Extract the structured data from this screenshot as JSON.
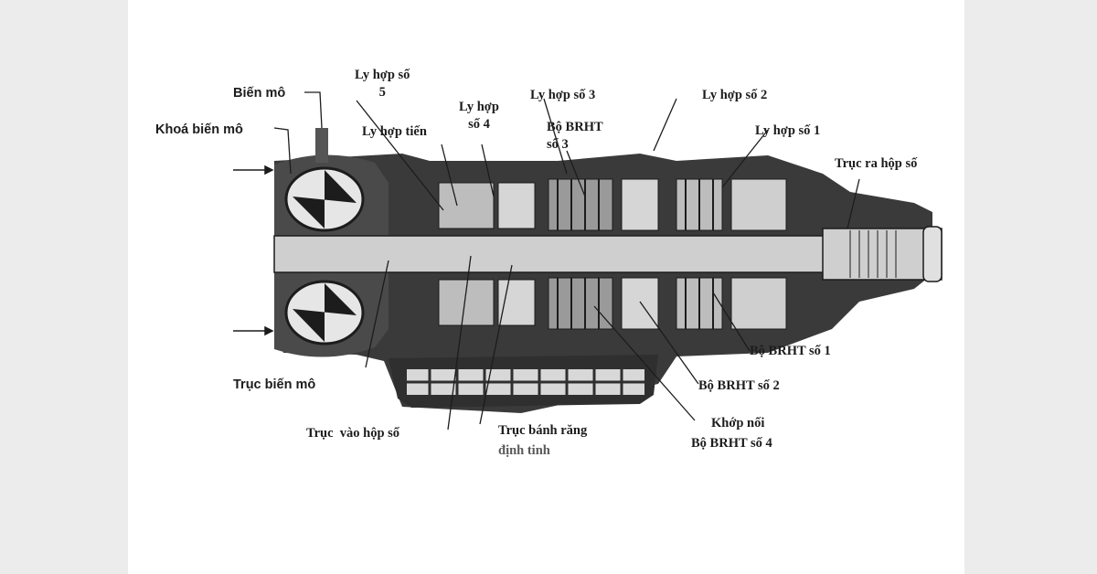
{
  "labels": {
    "bien_mo": "Biến mô",
    "khoa_bien_mo": "Khoá biến mô",
    "ly_hop_so_5": "Ly hợp số\n5",
    "ly_hop_tien": "Ly hợp tiến",
    "ly_hop_so_4": "Ly hợp\nsố 4",
    "ly_hop_so_3": "Ly hợp số 3",
    "bo_brht_so_3": "Bộ BRHT\nsố 3",
    "ly_hop_so_2": "Ly hợp số 2",
    "ly_hop_so_1": "Ly hợp số 1",
    "truc_ra_hop_so": "Trục ra hộp số",
    "bo_brht_so_1": "Bộ BRHT số 1",
    "bo_brht_so_2": "Bộ BRHT số 2",
    "khop_noi": "Khớp nối",
    "bo_brht_so_4": "Bộ BRHT số 4",
    "truc_bien_mo": "Trục biến mô",
    "truc_vao_hop_so": "Trục  vào hộp số",
    "truc_banh_rang_line1": "Trục bánh răng",
    "truc_banh_rang_line2": "định tinh"
  },
  "colors": {
    "ink": "#1c1c1c",
    "housing": "#3a3a3a",
    "metal_light": "#cfcfcf",
    "metal_mid": "#9a9a9a",
    "background": "#ffffff"
  }
}
